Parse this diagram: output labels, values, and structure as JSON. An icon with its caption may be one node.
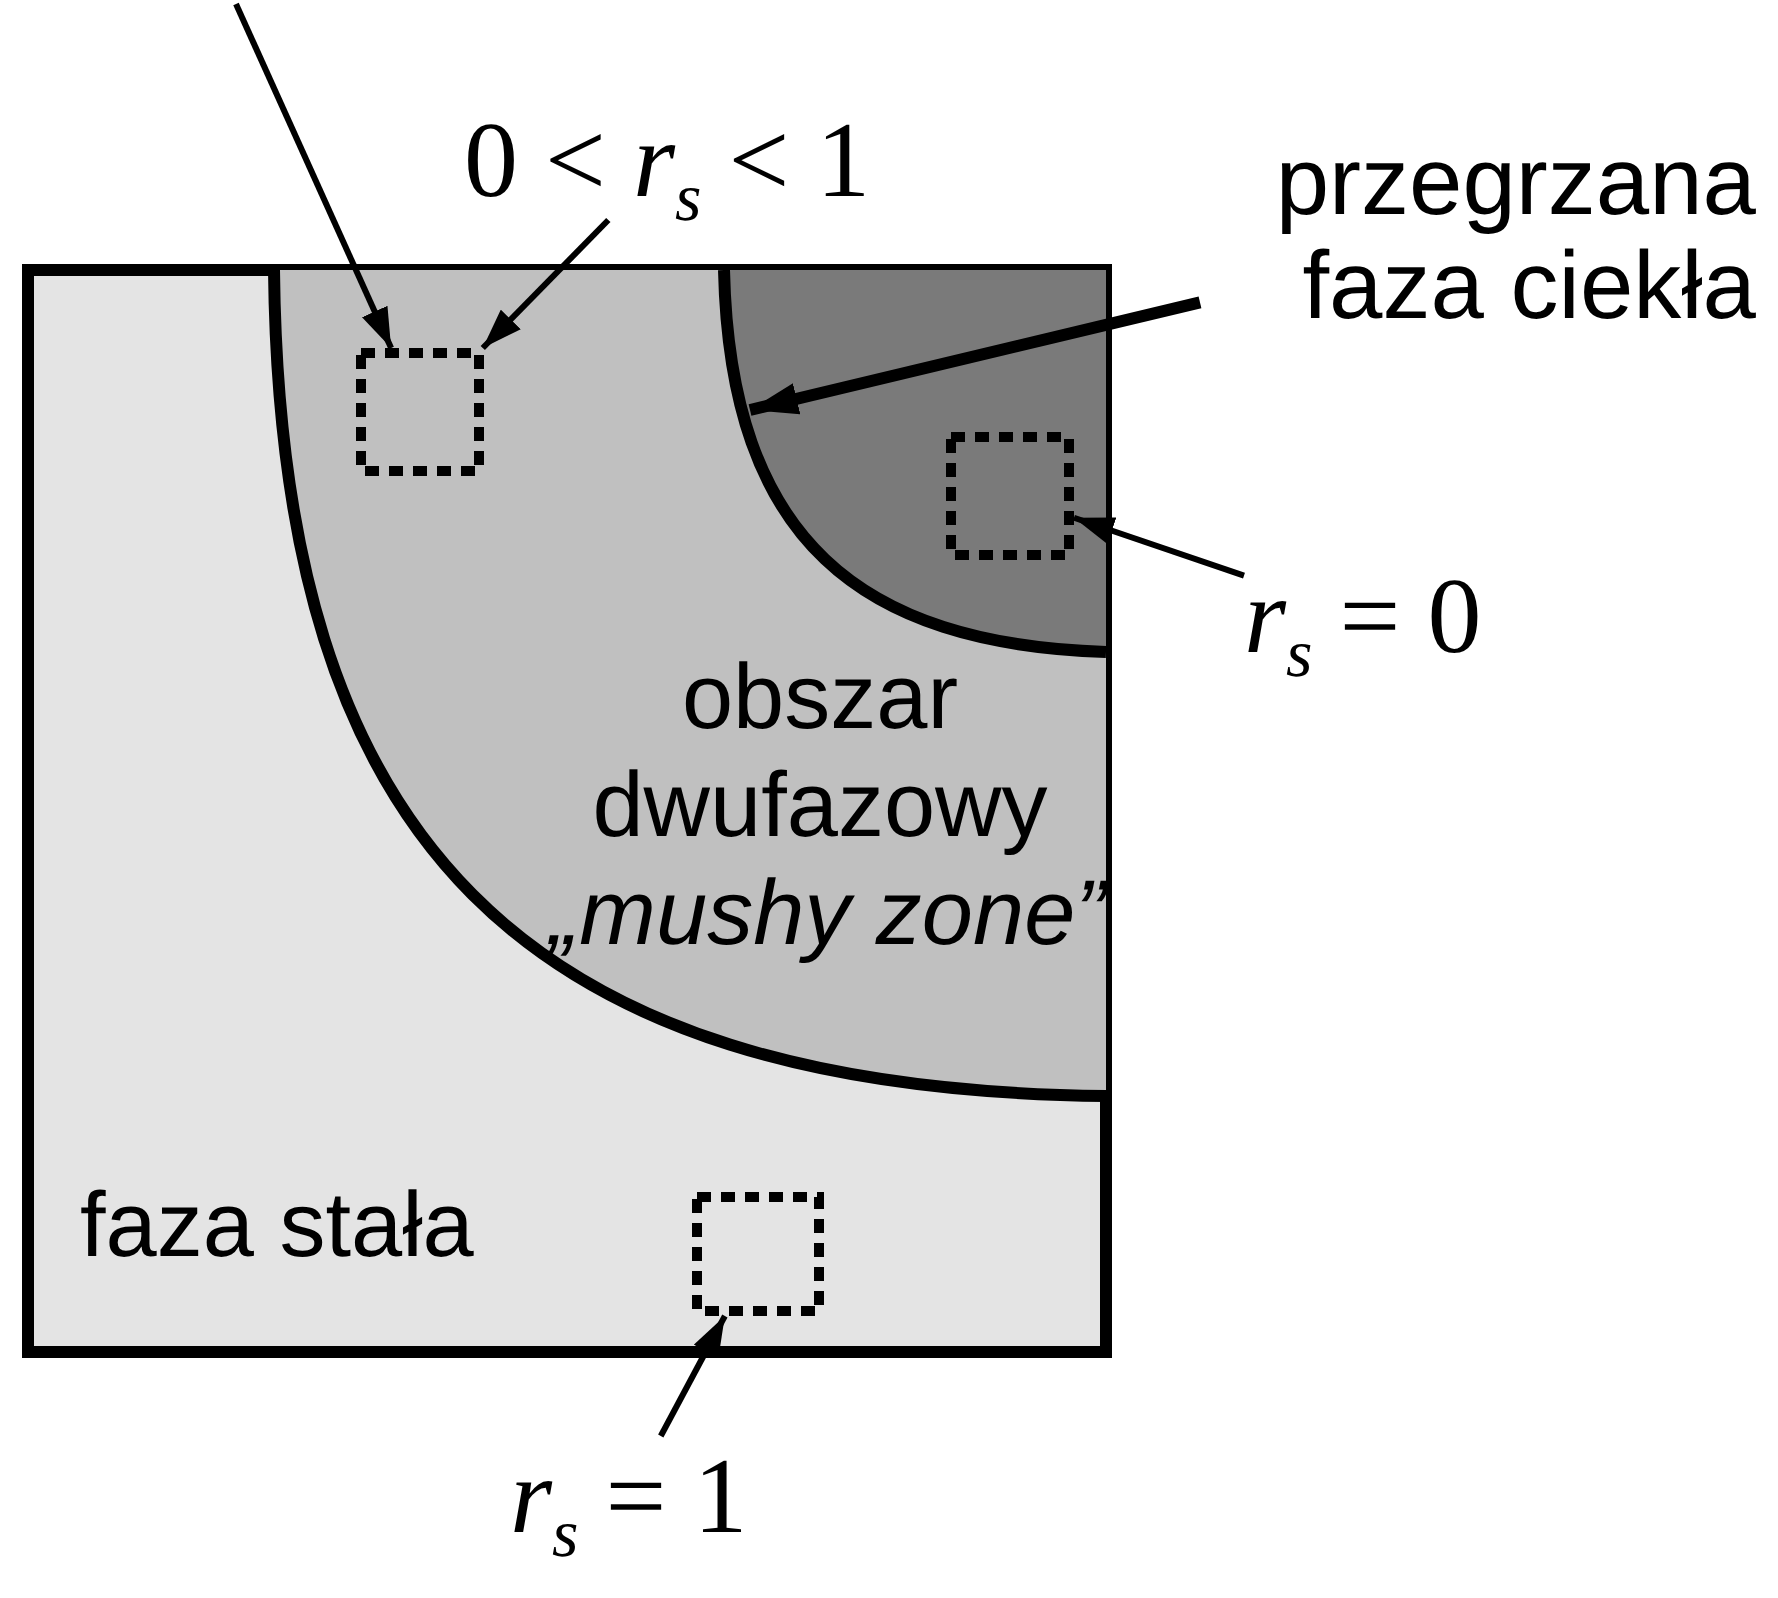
{
  "diagram": {
    "nodes": [
      {
        "text": [
          "faza stała"
        ]
      },
      {
        "text": [
          "obszar dwufazowy",
          "„mushy zone”"
        ],
        "in": 0
      },
      {
        "text": [],
        "shape": "box",
        "in": 1
      },
      {
        "text": [],
        "shape": "box",
        "in": 1
      },
      {
        "text": [],
        "shape": "box",
        "in": 2
      },
      {
        "text": [],
        "shape": "box",
        "in": 0
      },
      {
        "text": [
          "0 < *r*$_{s}$ < 1"
        ]
      },
      {
        "text": [
          "przegrzana faza ciekła"
        ]
      },
      {
        "text": [
          "*r*$_{s}$ = 0"
        ]
      },
      {
        "text": [
          "*r*$_{s}$ = 1"
        ]
      }
    ],
    "edges": [
      {
        "from": null,
        "to": 3,
        "arrow": "to"
      },
      {
        "from": 6,
        "to": 3,
        "arrow": "to"
      },
      {
        "from": 7,
        "to": 2,
        "arrow": "to",
        "style": "thick"
      },
      {
        "from": 8,
        "to": 4,
        "arrow": "to"
      },
      {
        "from": 9,
        "to": 5,
        "arrow": "to"
      }
    ]
  }
}
